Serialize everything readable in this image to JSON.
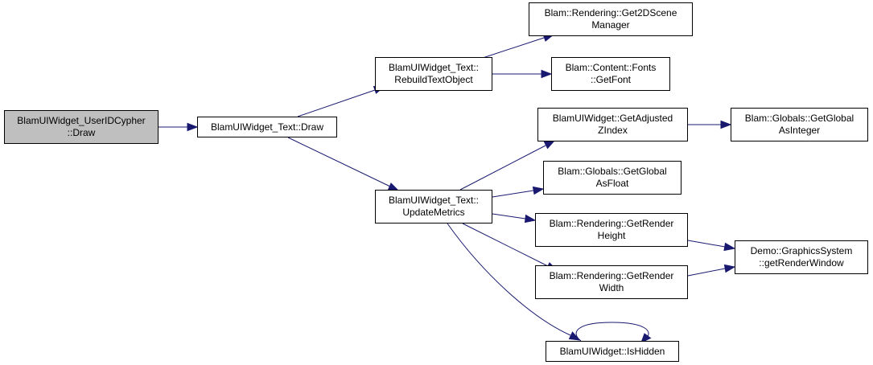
{
  "colors": {
    "edge": "#191970",
    "node_border": "#000000",
    "node_fill": "#ffffff",
    "root_fill": "#bfbfbf"
  },
  "nodes": {
    "usercypher_draw": [
      "BlamUIWidget_UserIDCypher",
      "::Draw"
    ],
    "text_draw": [
      "BlamUIWidget_Text::Draw"
    ],
    "rebuild_text_object": [
      "BlamUIWidget_Text::",
      "RebuildTextObject"
    ],
    "update_metrics": [
      "BlamUIWidget_Text::",
      "UpdateMetrics"
    ],
    "get_2d_scene_manager": [
      "Blam::Rendering::Get2DScene",
      "Manager"
    ],
    "get_font": [
      "Blam::Content::Fonts",
      "::GetFont"
    ],
    "get_adjusted_zindex": [
      "BlamUIWidget::GetAdjusted",
      "ZIndex"
    ],
    "get_global_as_float": [
      "Blam::Globals::GetGlobal",
      "AsFloat"
    ],
    "get_render_height": [
      "Blam::Rendering::GetRender",
      "Height"
    ],
    "get_render_width": [
      "Blam::Rendering::GetRender",
      "Width"
    ],
    "is_hidden": [
      "BlamUIWidget::IsHidden"
    ],
    "get_global_as_integer": [
      "Blam::Globals::GetGlobal",
      "AsInteger"
    ],
    "get_render_window": [
      "Demo::GraphicsSystem",
      "::getRenderWindow"
    ]
  }
}
